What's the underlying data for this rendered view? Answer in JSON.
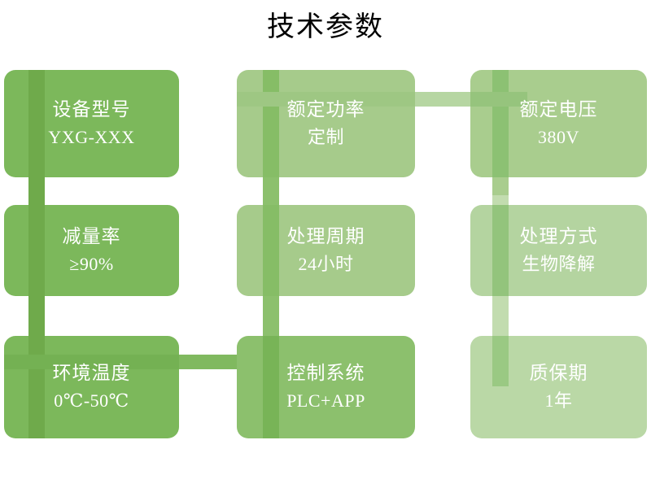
{
  "slide": {
    "title": "技术参数",
    "background": "#ffffff",
    "title_color": "#000000"
  },
  "palette": {
    "green_dark": "#76b24e",
    "green_mid": "#7fb963",
    "green_main": "#84bb62",
    "green_light": "#a6cb8b",
    "green_lighter": "#aed097",
    "green_pale": "#bcd9a9",
    "green_connector_dark": "#76b24e",
    "green_connector_mid": "#8dbf6c",
    "green_connector_light": "#c2dcaf",
    "text_white": "#ffffff"
  },
  "cards": [
    {
      "id": "device-model",
      "label": "设备型号",
      "value": "YXG-XXX",
      "fill": "#7cb85b",
      "stripe": "#6faa4b"
    },
    {
      "id": "rated-power",
      "label": "额定功率",
      "value": "定制",
      "fill": "#a6cb8b",
      "stripe": "#86bd66"
    },
    {
      "id": "rated-voltage",
      "label": "额定电压",
      "value": "380V",
      "fill": "#a9cd8e",
      "stripe": "#8cc173"
    },
    {
      "id": "reduction-rate",
      "label": "减量率",
      "value": "≥90%",
      "fill": "#7cb85b",
      "stripe": "#6faa4b"
    },
    {
      "id": "treatment-cycle",
      "label": "处理周期",
      "value": "24小时",
      "fill": "#a6cb8b",
      "stripe": "#86bd66"
    },
    {
      "id": "treatment-method",
      "label": "处理方式",
      "value": "生物降解",
      "fill": "#b4d4a0",
      "stripe": "#93c47c"
    },
    {
      "id": "ambient-temperature",
      "label": "环境温度",
      "value": "0℃-50℃",
      "fill": "#7cb85b",
      "stripe": "#6faa4b"
    },
    {
      "id": "control-system",
      "label": "控制系统",
      "value": "PLC+APP",
      "fill": "#8cc06d",
      "stripe": "#78b457"
    },
    {
      "id": "warranty-period",
      "label": "质保期",
      "value": "1年",
      "fill": "#bad8a6",
      "stripe": "#9ac983"
    }
  ],
  "connectors": [
    {
      "id": "v-left-1-2",
      "orientation": "vertical",
      "color": "#6faa4b"
    },
    {
      "id": "v-left-2-3",
      "orientation": "vertical",
      "color": "#6faa4b"
    },
    {
      "id": "v-mid-1-2",
      "orientation": "vertical",
      "color": "#8cc06d"
    },
    {
      "id": "v-mid-2-3",
      "orientation": "vertical",
      "color": "#8cc06d"
    },
    {
      "id": "v-right-1-2",
      "orientation": "vertical",
      "color": "#a9cd8e"
    },
    {
      "id": "v-right-2-3",
      "orientation": "vertical",
      "color": "#c2dcaf"
    },
    {
      "id": "h-row1-mid-right",
      "orientation": "horizontal",
      "color": "#b6d6a2"
    },
    {
      "id": "h-row3-left-mid",
      "orientation": "horizontal",
      "color": "#80b95f"
    }
  ]
}
